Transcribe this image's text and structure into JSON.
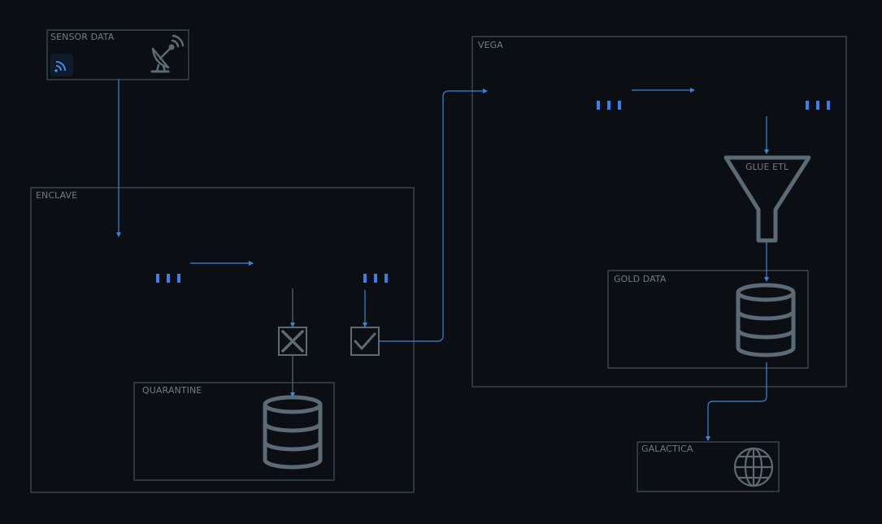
{
  "colors": {
    "background": "#0b0e13",
    "box_border": "#46525c",
    "icon": "#5b6a75",
    "arrow": "#3b87d6",
    "blue_dots": "#3d7ee8",
    "label": "#6f7c87",
    "wifi_bg": "#0f1a2a",
    "wifi": "#3b8fe8"
  },
  "labels": {
    "sensor_data": "SENSOR DATA",
    "enclave": "ENCLAVE",
    "quarantine": "QUARANTINE",
    "vega": "VEGA",
    "glue_etl": "GLUE ETL",
    "gold_data": "GOLD DATA",
    "galactica": "GALACTICA"
  },
  "icons": {
    "sensor": [
      "wifi-icon",
      "satellite-dish-icon"
    ],
    "enclave": [
      "dots-icon",
      "reject-x-icon",
      "accept-check-icon"
    ],
    "quarantine": "database-icon",
    "vega": [
      "dots-icon",
      "funnel-icon"
    ],
    "gold_data": "database-icon",
    "galactica": "globe-icon"
  }
}
